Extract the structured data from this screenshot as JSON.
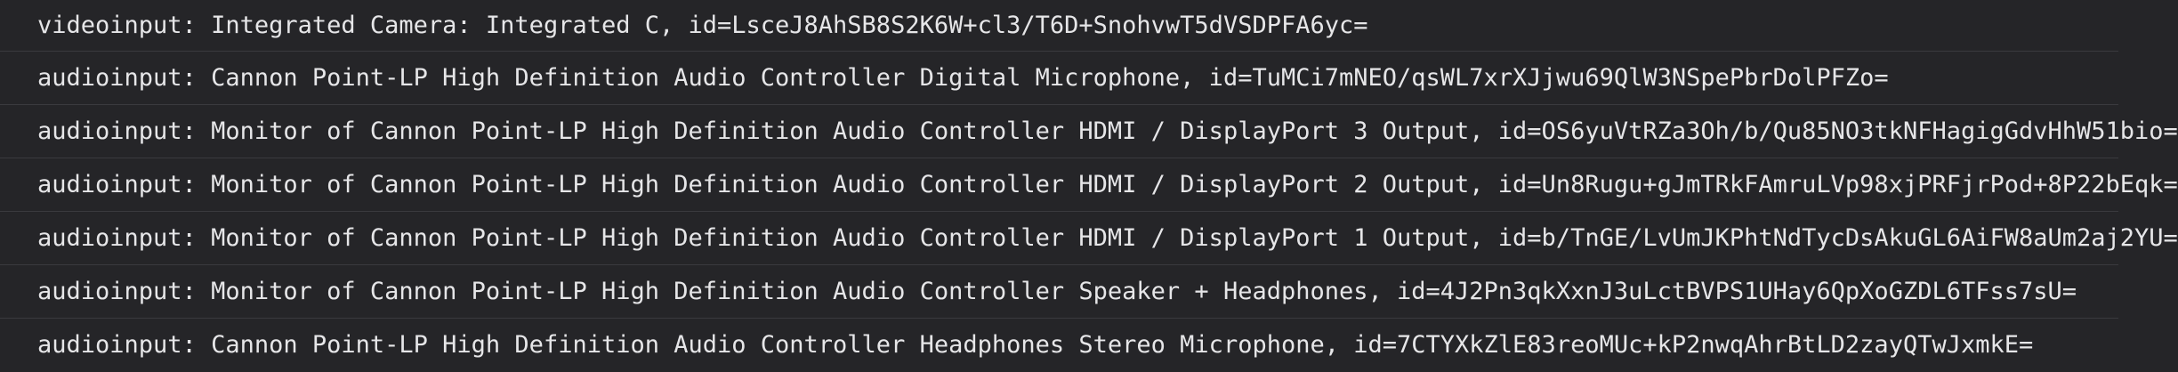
{
  "console": {
    "lines": [
      "videoinput: Integrated Camera: Integrated C, id=LsceJ8AhSB8S2K6W+cl3/T6D+SnohvwT5dVSDPFA6yc=",
      "audioinput: Cannon Point-LP High Definition Audio Controller Digital Microphone, id=TuMCi7mNEO/qsWL7xrXJjwu69QlW3NSpePbrDolPFZo=",
      "audioinput: Monitor of Cannon Point-LP High Definition Audio Controller HDMI / DisplayPort 3 Output, id=OS6yuVtRZa3Oh/b/Qu85NO3tkNFHagigGdvHhW51bio=",
      "audioinput: Monitor of Cannon Point-LP High Definition Audio Controller HDMI / DisplayPort 2 Output, id=Un8Rugu+gJmTRkFAmruLVp98xjPRFjrPod+8P22bEqk=",
      "audioinput: Monitor of Cannon Point-LP High Definition Audio Controller HDMI / DisplayPort 1 Output, id=b/TnGE/LvUmJKPhtNdTycDsAkuGL6AiFW8aUm2aj2YU=",
      "audioinput: Monitor of Cannon Point-LP High Definition Audio Controller Speaker + Headphones, id=4J2Pn3qkXxnJ3uLctBVPS1UHay6QpXoGZDL6TFss7sU=",
      "audioinput: Cannon Point-LP High Definition Audio Controller Headphones Stereo Microphone, id=7CTYXkZlE83reoMUc+kP2nwqAhrBtLD2zayQTwJxmkE="
    ]
  }
}
